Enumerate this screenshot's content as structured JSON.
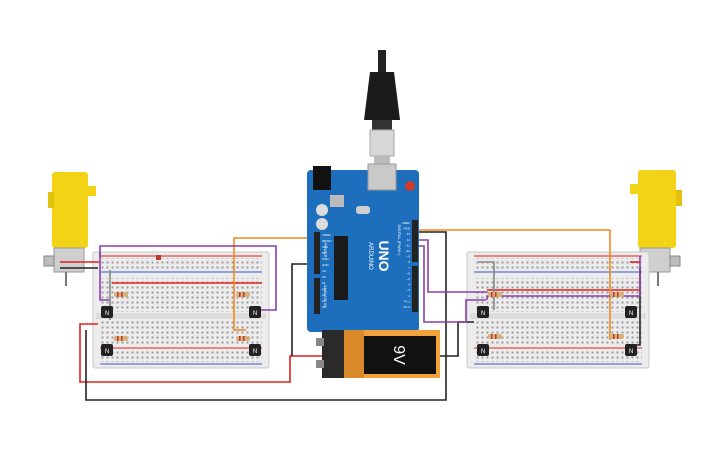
{
  "arduino": {
    "logo": "UNO",
    "brand": "ARDUINO",
    "pin_labels_right": [
      "AREF",
      "GND",
      "13",
      "12",
      "~11",
      "~10",
      "~9",
      "8",
      "7",
      "~6",
      "~5",
      "4",
      "~3",
      "2",
      "TX 1",
      "RX 0"
    ],
    "pin_labels_left": [
      "IOREF",
      "RESET",
      "3.3V",
      "5V",
      "GND",
      "GND",
      "Vin",
      "A0",
      "A1",
      "A2",
      "A3",
      "A4",
      "A5"
    ],
    "section_power": "POWER",
    "section_analog": "ANALOG IN",
    "section_digital": "DIGITAL (PWM~)"
  },
  "battery": {
    "label": "9V"
  },
  "transistor_label": "N",
  "colors": {
    "wire_red": "#e0201b",
    "wire_black": "#222222",
    "wire_orange": "#f08a1c",
    "wire_purple": "#8b3fa8",
    "arduino_blue": "#1d6fbd",
    "motor_yellow": "#f3d316",
    "battery_orange": "#f2a23a"
  }
}
